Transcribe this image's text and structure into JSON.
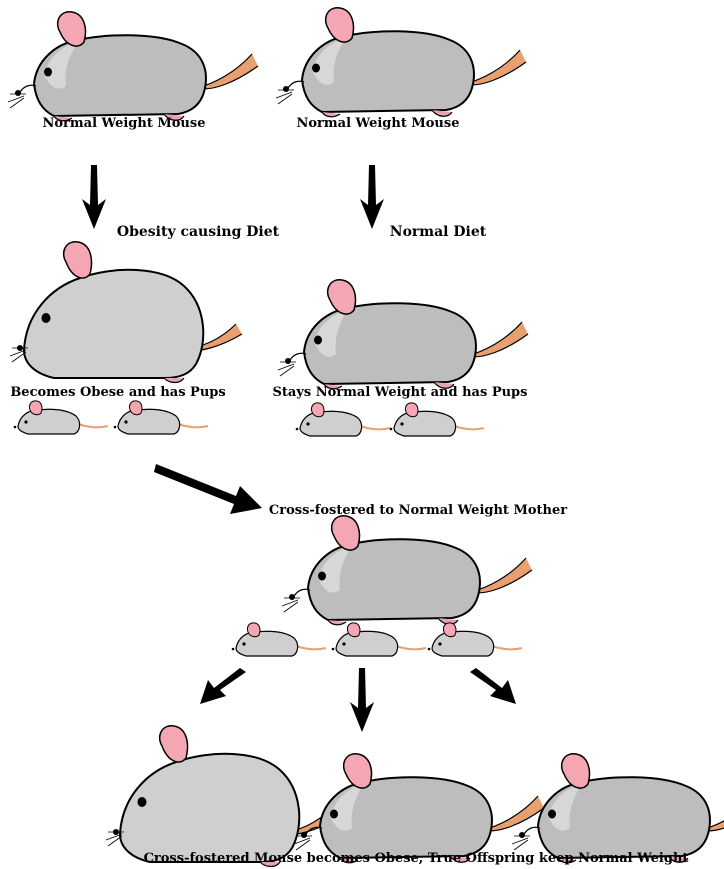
{
  "labels": {
    "top_left": "Normal Weight Mouse",
    "top_right": "Normal Weight Mouse",
    "diet_left": "Obesity causing Diet",
    "diet_right": "Normal Diet",
    "mid_left": "Becomes Obese and has Pups",
    "mid_right": "Stays Normal Weight and has Pups",
    "cross": "Cross-fostered to Normal Weight Mother",
    "bottom": "Cross-fostered Mouse becomes Obese, True Offspring keep Normal Weight"
  },
  "colors": {
    "light_mouse": "#cfcfcf",
    "dark_mouse": "#a8a8a8",
    "ear": "#f4a6b2",
    "tail": "#e8a070",
    "feet": "#e7a3ae",
    "outline": "#000000"
  }
}
